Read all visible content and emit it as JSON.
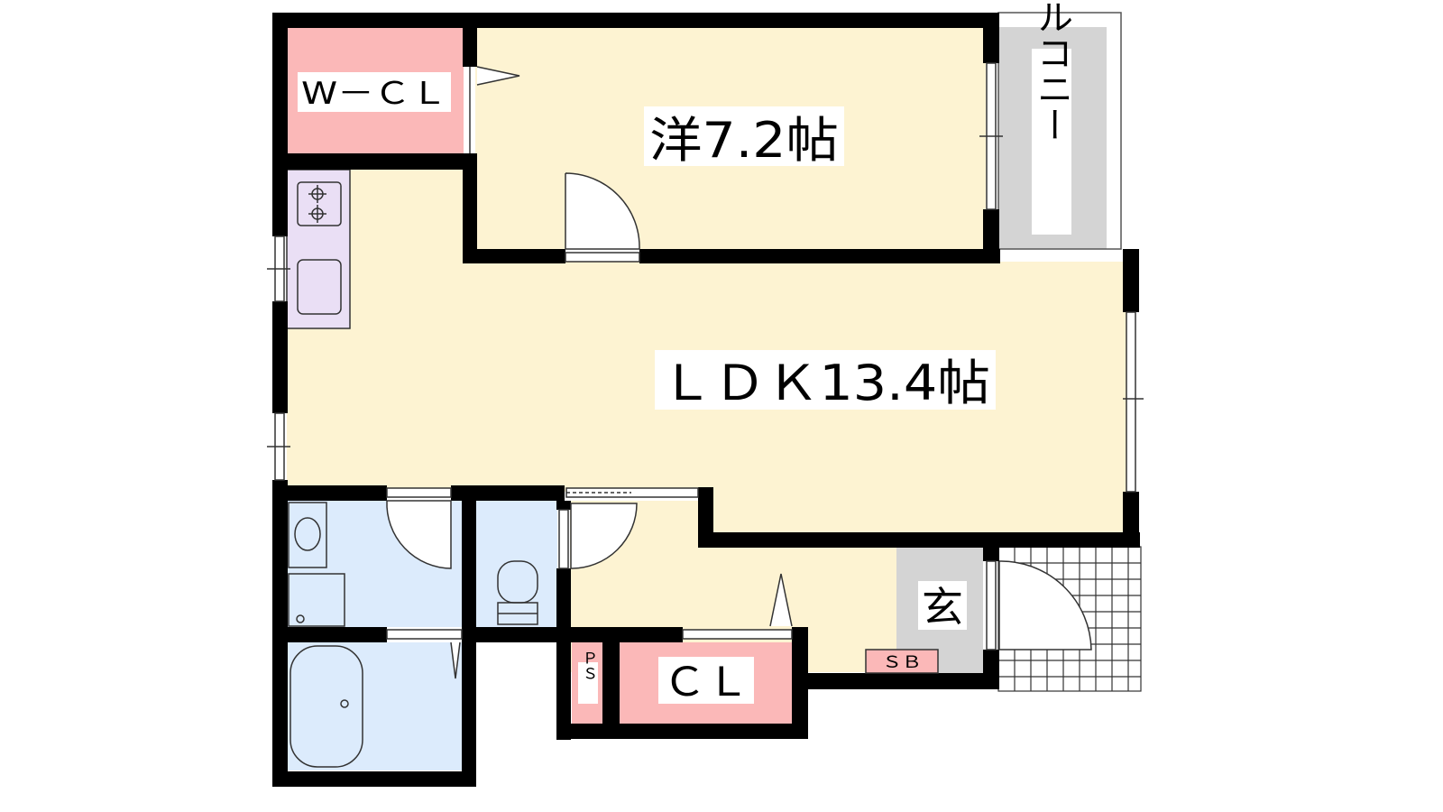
{
  "rooms": {
    "walk_in_closet": "W－ＣＬ",
    "western_room": "洋7.2帖",
    "balcony": "バルコニー",
    "ldk": "ＬＤＫ13.4帖",
    "entrance": "玄",
    "shoe_box": "ＳＢ",
    "closet": "ＣＬ",
    "pipe_space": "ＰＳ"
  },
  "colors": {
    "wall": "#000000",
    "living": "#fdf3d2",
    "closet": "#fbb8b8",
    "wet_area": "#dcebfc",
    "kitchen": "#eadff5",
    "balcony": "#d4d4d4",
    "entrance": "#d4d4d4",
    "porch_grid": "#ffffff"
  }
}
